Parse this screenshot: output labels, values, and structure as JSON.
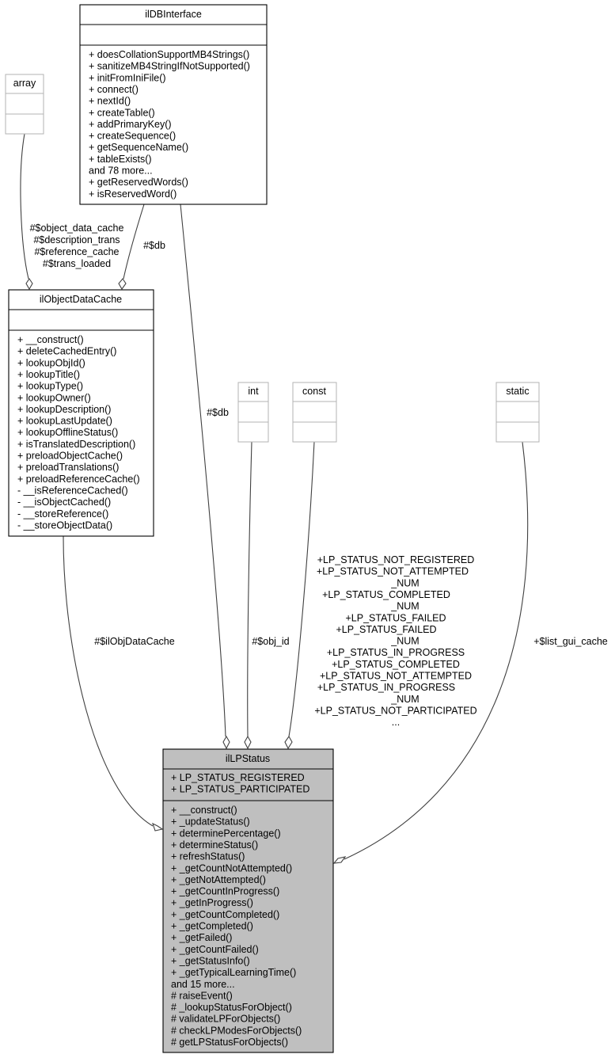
{
  "classes": {
    "dbinterface": {
      "name": "ilDBInterface",
      "attributes": [],
      "methods": [
        "+ doesCollationSupportMB4Strings()",
        "+ sanitizeMB4StringIfNotSupported()",
        "+ initFromIniFile()",
        "+ connect()",
        "+ nextId()",
        "+ createTable()",
        "+ addPrimaryKey()",
        "+ createSequence()",
        "+ getSequenceName()",
        "+ tableExists()",
        "and 78 more...",
        "+ getReservedWords()",
        "+ isReservedWord()"
      ]
    },
    "array": {
      "name": "array"
    },
    "objdatacache": {
      "name": "ilObjectDataCache",
      "attributes": [],
      "methods": [
        "+ __construct()",
        "+ deleteCachedEntry()",
        "+ lookupObjId()",
        "+ lookupTitle()",
        "+ lookupType()",
        "+ lookupOwner()",
        "+ lookupDescription()",
        "+ lookupLastUpdate()",
        "+ lookupOfflineStatus()",
        "+ isTranslatedDescription()",
        "+ preloadObjectCache()",
        "+ preloadTranslations()",
        "+ preloadReferenceCache()",
        "- __isReferenceCached()",
        "- __isObjectCached()",
        "- __storeReference()",
        "- __storeObjectData()"
      ]
    },
    "int": {
      "name": "int"
    },
    "const": {
      "name": "const"
    },
    "static": {
      "name": "static"
    },
    "lpstatus": {
      "name": "ilLPStatus",
      "attributes": [
        "+ LP_STATUS_REGISTERED",
        "+ LP_STATUS_PARTICIPATED"
      ],
      "methods": [
        "+ __construct()",
        "+ _updateStatus()",
        "+ determinePercentage()",
        "+ determineStatus()",
        "+ refreshStatus()",
        "+ _getCountNotAttempted()",
        "+ _getNotAttempted()",
        "+ _getCountInProgress()",
        "+ _getInProgress()",
        "+ _getCountCompleted()",
        "+ _getCompleted()",
        "+ _getFailed()",
        "+ _getCountFailed()",
        "+ _getStatusInfo()",
        "+ _getTypicalLearningTime()",
        "and 15 more...",
        "# raiseEvent()",
        "# _lookupStatusForObject()",
        "# validateLPForObjects()",
        "# checkLPModesForObjects()",
        "# getLPStatusForObjects()"
      ]
    }
  },
  "edges": {
    "array_to_cache": [
      "#$object_data_cache",
      "#$description_trans",
      "#$reference_cache",
      "#$trans_loaded"
    ],
    "db_to_cache": [
      "#$db"
    ],
    "db_to_lpstatus": [
      "#$db"
    ],
    "cache_to_lpstatus": [
      "#$ilObjDataCache"
    ],
    "int_to_lpstatus": [
      "#$obj_id"
    ],
    "const_to_lpstatus": [
      "+LP_STATUS_NOT_REGISTERED",
      "+LP_STATUS_NOT_ATTEMPTED",
      "_NUM",
      "+LP_STATUS_COMPLETED",
      "_NUM",
      "+LP_STATUS_FAILED",
      "+LP_STATUS_FAILED",
      "_NUM",
      "+LP_STATUS_IN_PROGRESS",
      "+LP_STATUS_COMPLETED",
      "+LP_STATUS_NOT_ATTEMPTED",
      "+LP_STATUS_IN_PROGRESS",
      "_NUM",
      "+LP_STATUS_NOT_PARTICIPATED",
      "..."
    ],
    "static_to_lpstatus": [
      "+$list_gui_cache"
    ]
  }
}
